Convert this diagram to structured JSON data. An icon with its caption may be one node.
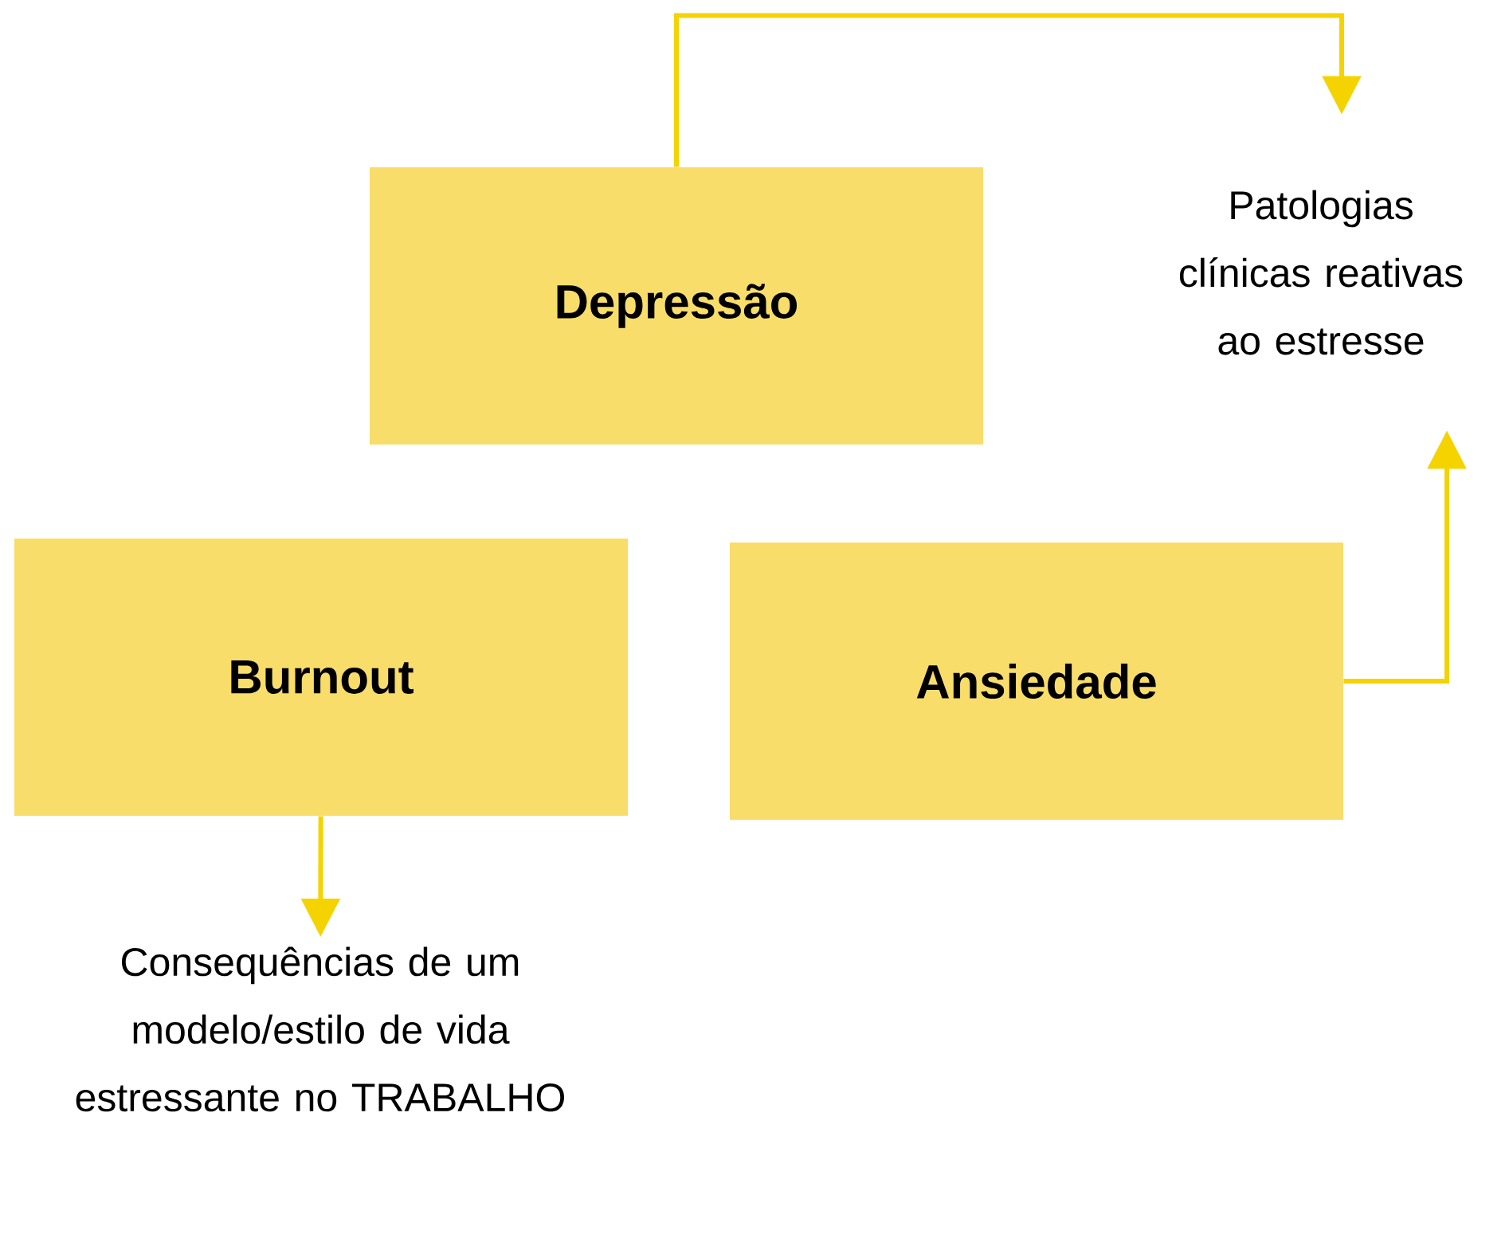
{
  "diagram": {
    "nodes": [
      {
        "text": [
          "Depressão"
        ]
      },
      {
        "text": [
          "Patologias clínicas reativas ao estresse"
        ]
      },
      {
        "text": [
          "Burnout"
        ]
      },
      {
        "text": [
          "Ansiedade"
        ]
      },
      {
        "text": [
          "Consequências de um modelo/estilo de vida estressante no TRABALHO"
        ]
      }
    ],
    "edges": [
      {
        "from": 0,
        "to": 1,
        "arrow": "to"
      },
      {
        "from": 3,
        "to": 1,
        "arrow": "to"
      },
      {
        "from": 2,
        "to": 4,
        "arrow": "to"
      }
    ]
  }
}
